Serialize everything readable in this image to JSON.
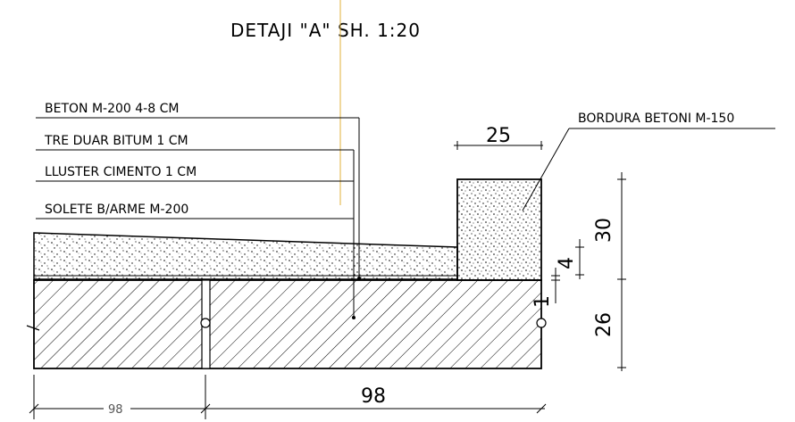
{
  "title": "DETAJI \"A\" SH. 1:20",
  "layers": [
    "BETON M-200 4-8 CM",
    "TRE DUAR BITUM 1 CM",
    "LLUSTER CIMENTO 1 CM",
    "SOLETE B/ARME M-200"
  ],
  "curb_label": "BORDURA BETONI M-150",
  "dimensions": {
    "curb_width": "25",
    "curb_height": "30",
    "topping_thickness": "4",
    "gap": "1",
    "slab_thickness": "26",
    "span_left": "98",
    "span_right": "98"
  },
  "colors": {
    "line": "#000000",
    "axis": "#e0b23a",
    "dim_grey": "#555555"
  }
}
